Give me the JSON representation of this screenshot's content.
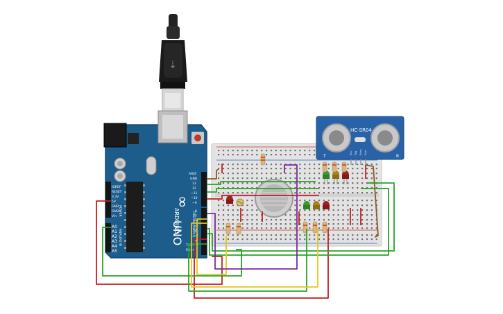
{
  "colors": {
    "board": "#1d5d8c",
    "board_edge": "#164b73",
    "breadboard": "#e3e3e3",
    "sensor_board": "#2a62a8",
    "wire_red": "#c41e1e",
    "wire_green": "#27a327",
    "wire_yellow": "#e6c619",
    "wire_purple": "#7a2a9c",
    "wire_brown": "#8a5a2b"
  },
  "arduino": {
    "brand": "ARDUINO",
    "model": "UNO",
    "digital_label": "DIGITAL (PWM~)",
    "power_label": "POWER",
    "analog_label": "ANALOG IN",
    "aref": "AREF",
    "gnd": "GND",
    "power_pins": [
      "IOREF",
      "RESET",
      "3.3V",
      "5V",
      "GND",
      "GND",
      "Vin"
    ],
    "analog_pins": [
      "A0",
      "A1",
      "A2",
      "A3",
      "A4",
      "A5"
    ],
    "digital_pins": [
      "13",
      "12",
      "~11",
      "~10",
      "~9",
      "8",
      "7",
      "~6",
      "~5",
      "4",
      "~3",
      "2",
      "TX→1",
      "RX←0"
    ]
  },
  "sensor": {
    "model": "HC-SR04",
    "pins": [
      "Vcc",
      "Trig",
      "Echo",
      "Gnd"
    ],
    "marks": [
      "T",
      "R"
    ]
  },
  "icons": [
    "usb-cable-icon",
    "usb-plug-icon",
    "power-jack-icon",
    "reset-button-icon",
    "infinity-logo-icon"
  ]
}
